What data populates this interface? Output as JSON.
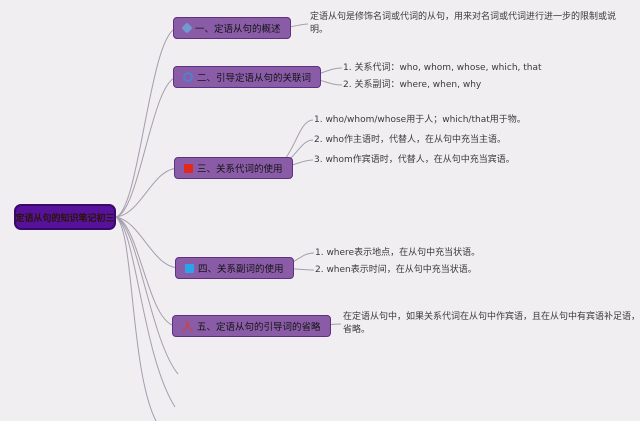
{
  "app": {
    "type": "mindmap",
    "background": "#f0eef1",
    "line_color": "#a59dae"
  },
  "root": {
    "label": "定语从句的知识笔记初三",
    "fill": "#56129a",
    "border": "#3a0968"
  },
  "branch_style": {
    "fill": "#8a5ca8",
    "border": "#5e3180"
  },
  "branches": [
    {
      "label": "一、定语从句的概述",
      "icon": "gem-blue-icon",
      "leaves": [
        "定语从句是修饰名词或代词的从句，用来对名词或代词进行进一步的限制或说明。"
      ]
    },
    {
      "label": "二、引导定语从句的关联词",
      "icon": "ring-blue-icon",
      "leaves": [
        "1. 关系代词：who, whom, whose, which, that",
        "2. 关系副词：where, when, why"
      ]
    },
    {
      "label": "三、关系代词的使用",
      "icon": "square-red-icon",
      "leaves": [
        "1. who/whom/whose用于人；which/that用于物。",
        "2. who作主语时，代替人，在从句中充当主语。",
        "3. whom作宾语时，代替人，在从句中充当宾语。"
      ]
    },
    {
      "label": "四、关系副词的使用",
      "icon": "square-blue-icon",
      "leaves": [
        "1. where表示地点，在从句中充当状语。",
        "2. when表示时间，在从句中充当状语。"
      ]
    },
    {
      "label": "五、定语从句的引导词的省略",
      "icon": "person-red-icon",
      "leaves": [
        "在定语从句中，如果关系代词在从句中作宾语，且在从句中有宾语补足语，可以省略。"
      ]
    }
  ]
}
